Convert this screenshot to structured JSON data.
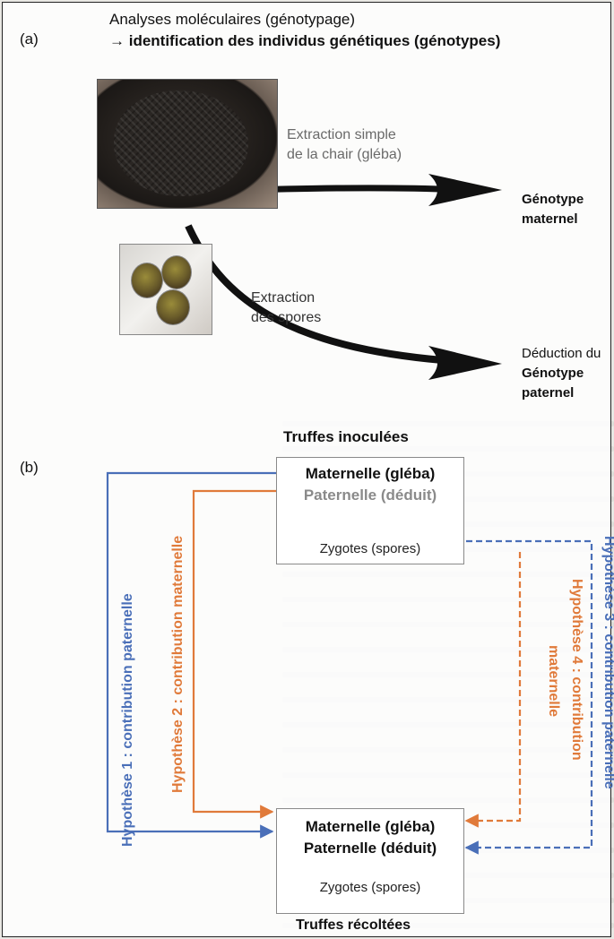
{
  "panel_a": {
    "label": "(a)",
    "header_line1": "Analyses moléculaires (génotypage)",
    "header_line2": "→ identification des individus génétiques (génotypes)",
    "extraction_flesh": [
      "Extraction simple",
      "de la chair (gléba)"
    ],
    "output_maternal": [
      "Génotype",
      "maternel"
    ],
    "extraction_spores": [
      "Extraction",
      "des spores"
    ],
    "output_paternal": [
      "Déduction du",
      "Génotype",
      "paternel"
    ]
  },
  "panel_b": {
    "label": "(b)",
    "top_title": "Truffes inoculées",
    "box_top": {
      "line1": "Maternelle (gléba)",
      "line2": "Paternelle (déduit)",
      "line3": "Zygotes (spores)"
    },
    "box_bottom": {
      "line1": "Maternelle (gléba)",
      "line2": "Paternelle (déduit)",
      "line3": "Zygotes (spores)"
    },
    "bottom_title": "Truffes récoltées",
    "hyp1": "Hypothèse 1 : contribution paternelle",
    "hyp2": "Hypothèse 2 : contribution maternelle",
    "hyp3": "Hypothèse 3 : contribution paternelle",
    "hyp4_line1": "Hypothèse 4 : contribution",
    "hyp4_line2": "maternelle"
  },
  "colors": {
    "blue": "#4a6fb8",
    "orange": "#e07a3a",
    "grey": "#8a8a8a"
  }
}
